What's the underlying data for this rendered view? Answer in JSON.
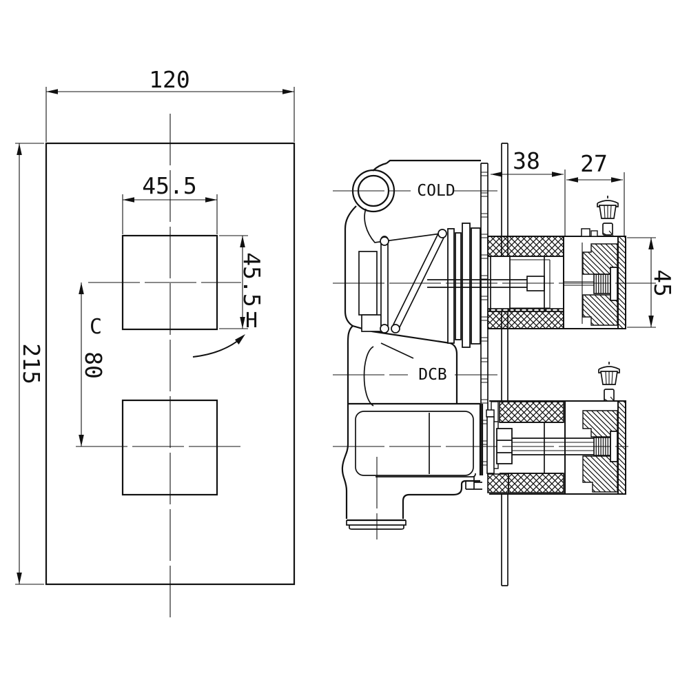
{
  "drawing": {
    "colors": {
      "ink": "#111111",
      "background": "#ffffff"
    },
    "front_view": {
      "width_mm": "120",
      "height_mm": "215",
      "cutout_width_mm": "45.5",
      "cutout_height_mm": "45.5",
      "handle_spacing_mm": "80",
      "cold_marker": "C",
      "hot_marker": "H"
    },
    "side_view": {
      "cold_port_label": "COLD",
      "outlet_label": "DCB",
      "wall_depth_mm": "38",
      "projection_mm": "27",
      "valve_height_mm": "45"
    }
  }
}
